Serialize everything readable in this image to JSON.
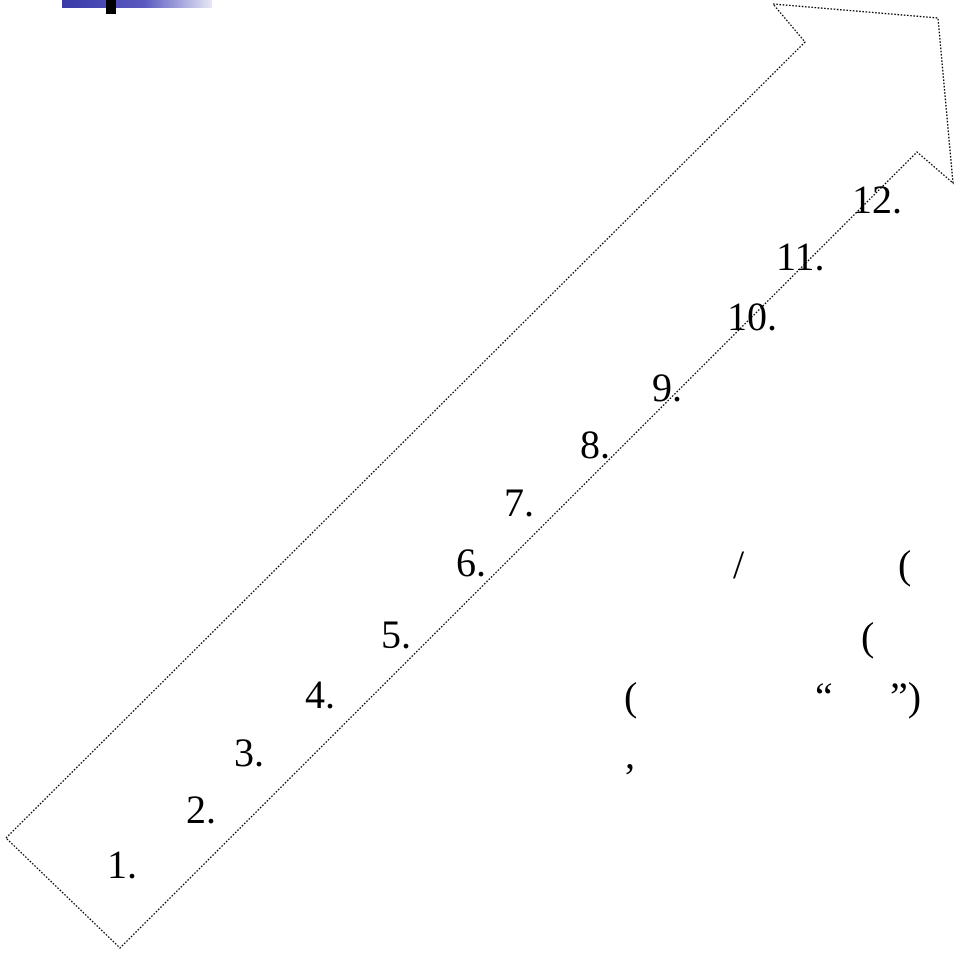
{
  "steps": [
    {
      "label": "1."
    },
    {
      "label": "2."
    },
    {
      "label": "3."
    },
    {
      "label": "4."
    },
    {
      "label": "5."
    },
    {
      "label": "6."
    },
    {
      "label": "7."
    },
    {
      "label": "8."
    },
    {
      "label": "9."
    },
    {
      "label": "10."
    },
    {
      "label": "11."
    },
    {
      "label": "12."
    }
  ],
  "fragments": {
    "slash": "/",
    "paren_row6": "(",
    "paren_row5": "(",
    "paren_row4": "(",
    "quote_open": "“",
    "quote_close": "”)",
    "comma": ","
  }
}
